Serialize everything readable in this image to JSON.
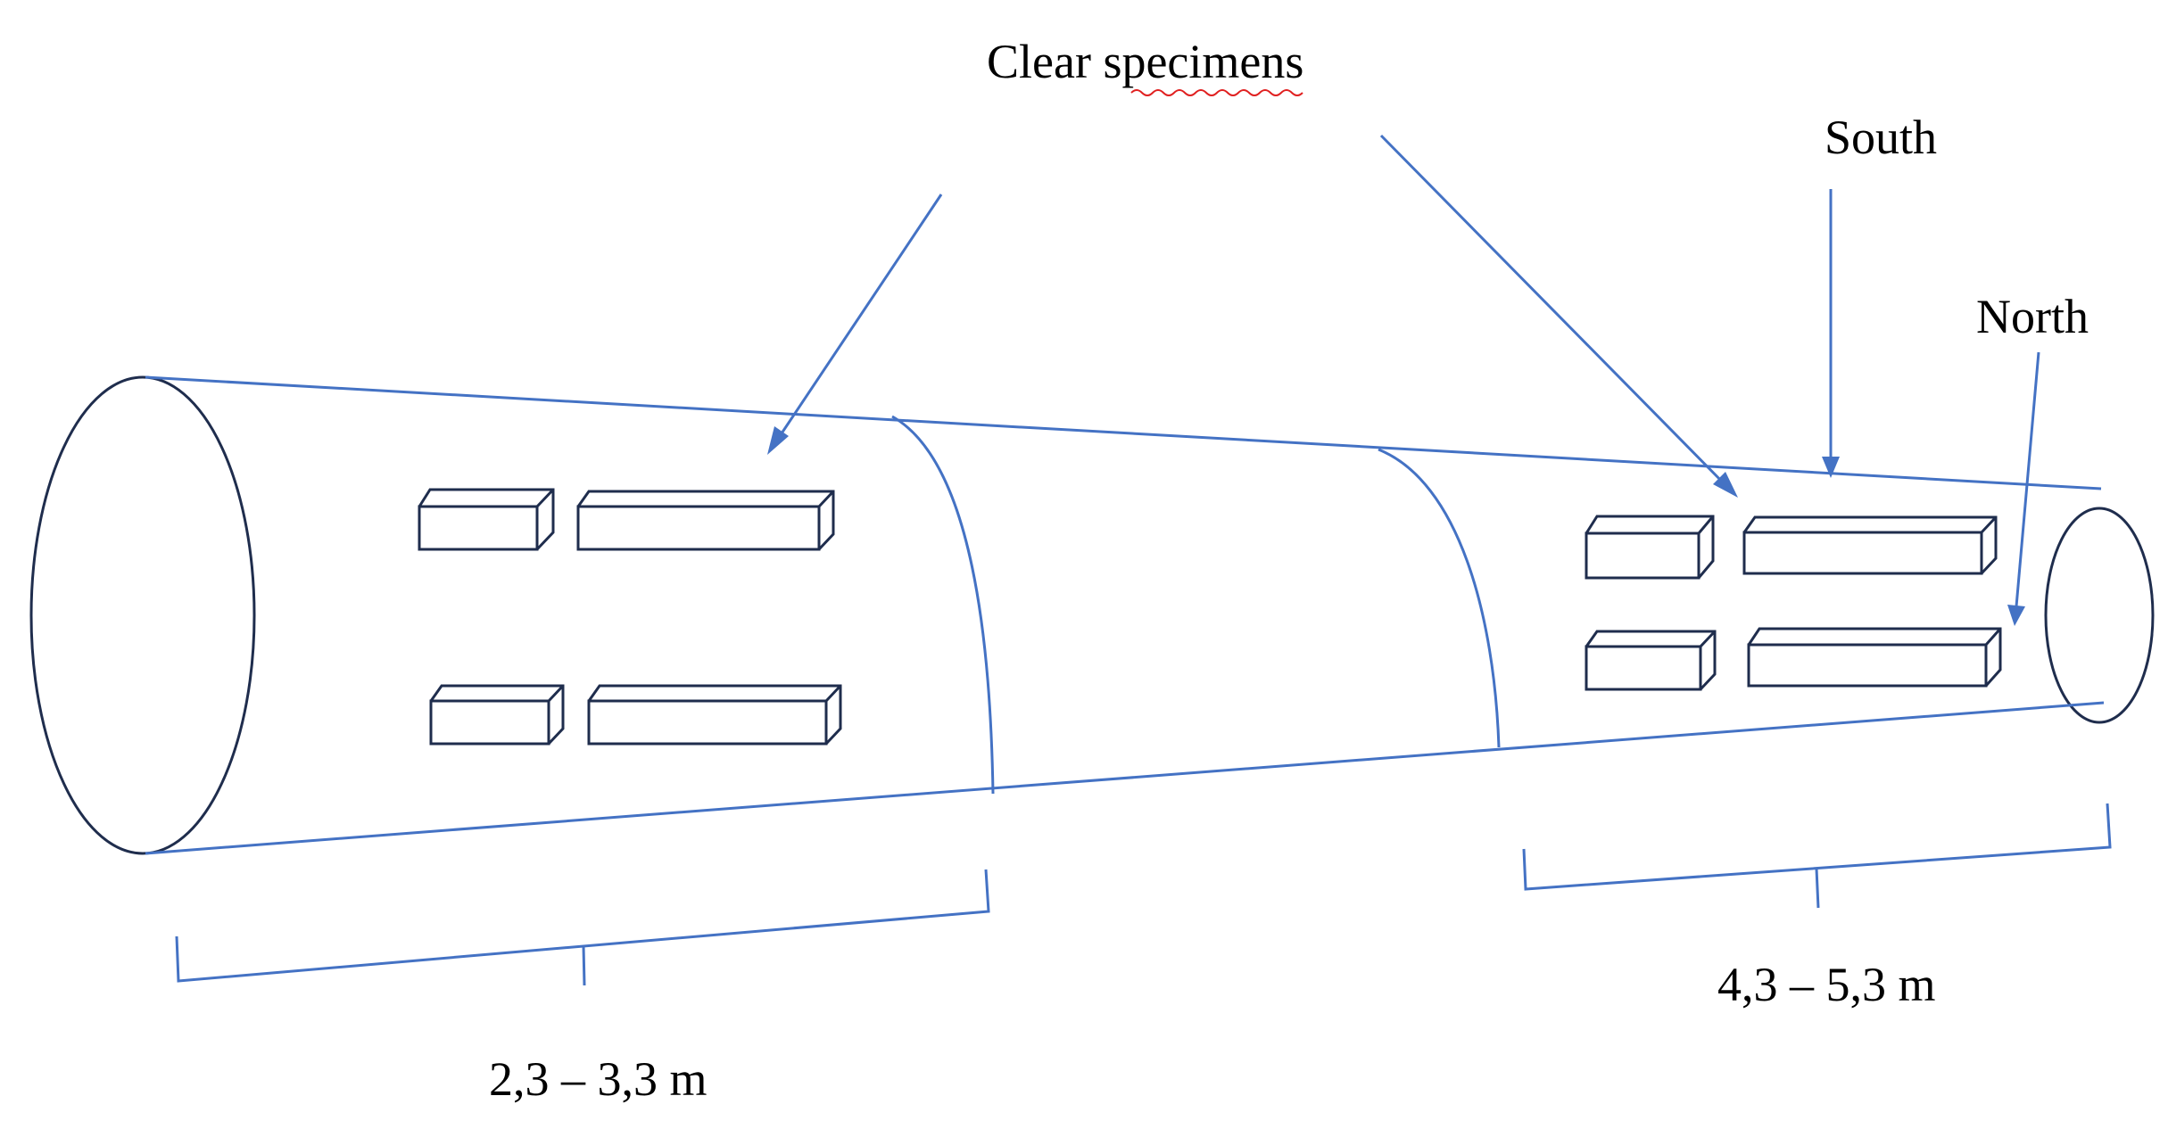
{
  "labels": {
    "clear_specimens": "Clear specimens",
    "south": "South",
    "north": "North",
    "range_left": "2,3 – 3,3 m",
    "range_right": "4,3 – 5,3 m"
  },
  "colors": {
    "line_blue": "#4472c4",
    "outline_navy": "#1f2d4d",
    "text": "#000000",
    "spellcheck_underline": "#e02020"
  }
}
